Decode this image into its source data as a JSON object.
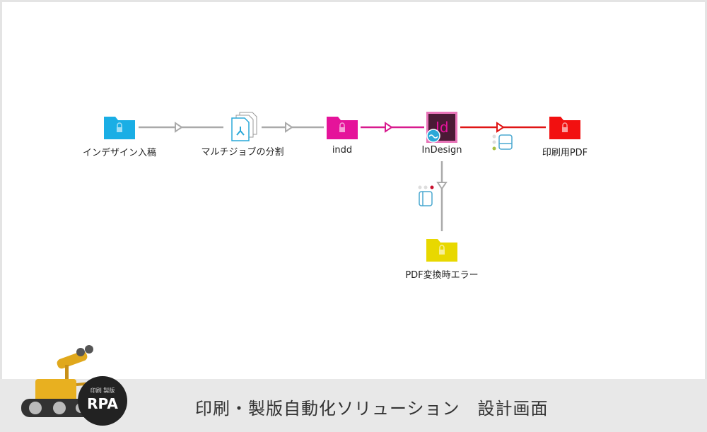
{
  "workflow": {
    "nodes": [
      {
        "label": "インデザイン入稿",
        "icon": "folder-icon",
        "color": "#1aaee5"
      },
      {
        "label": "マルチジョブの分割",
        "icon": "multi-job-split-icon",
        "color": "#2aa8d8"
      },
      {
        "label": "indd",
        "icon": "folder-icon",
        "color": "#e5139a"
      },
      {
        "label": "InDesign",
        "icon": "indesign-icon",
        "color": "#e5139a"
      },
      {
        "label": "印刷用PDF",
        "icon": "folder-icon",
        "color": "#f21010"
      },
      {
        "label": "PDF変換時エラー",
        "icon": "folder-icon",
        "color": "#e8d800"
      }
    ],
    "indesign_glyph": "Id"
  },
  "footer": {
    "title": "印刷・製版自動化ソリューション　設計画面",
    "badge_small": "印刷 製版",
    "badge_big": "RPA"
  }
}
